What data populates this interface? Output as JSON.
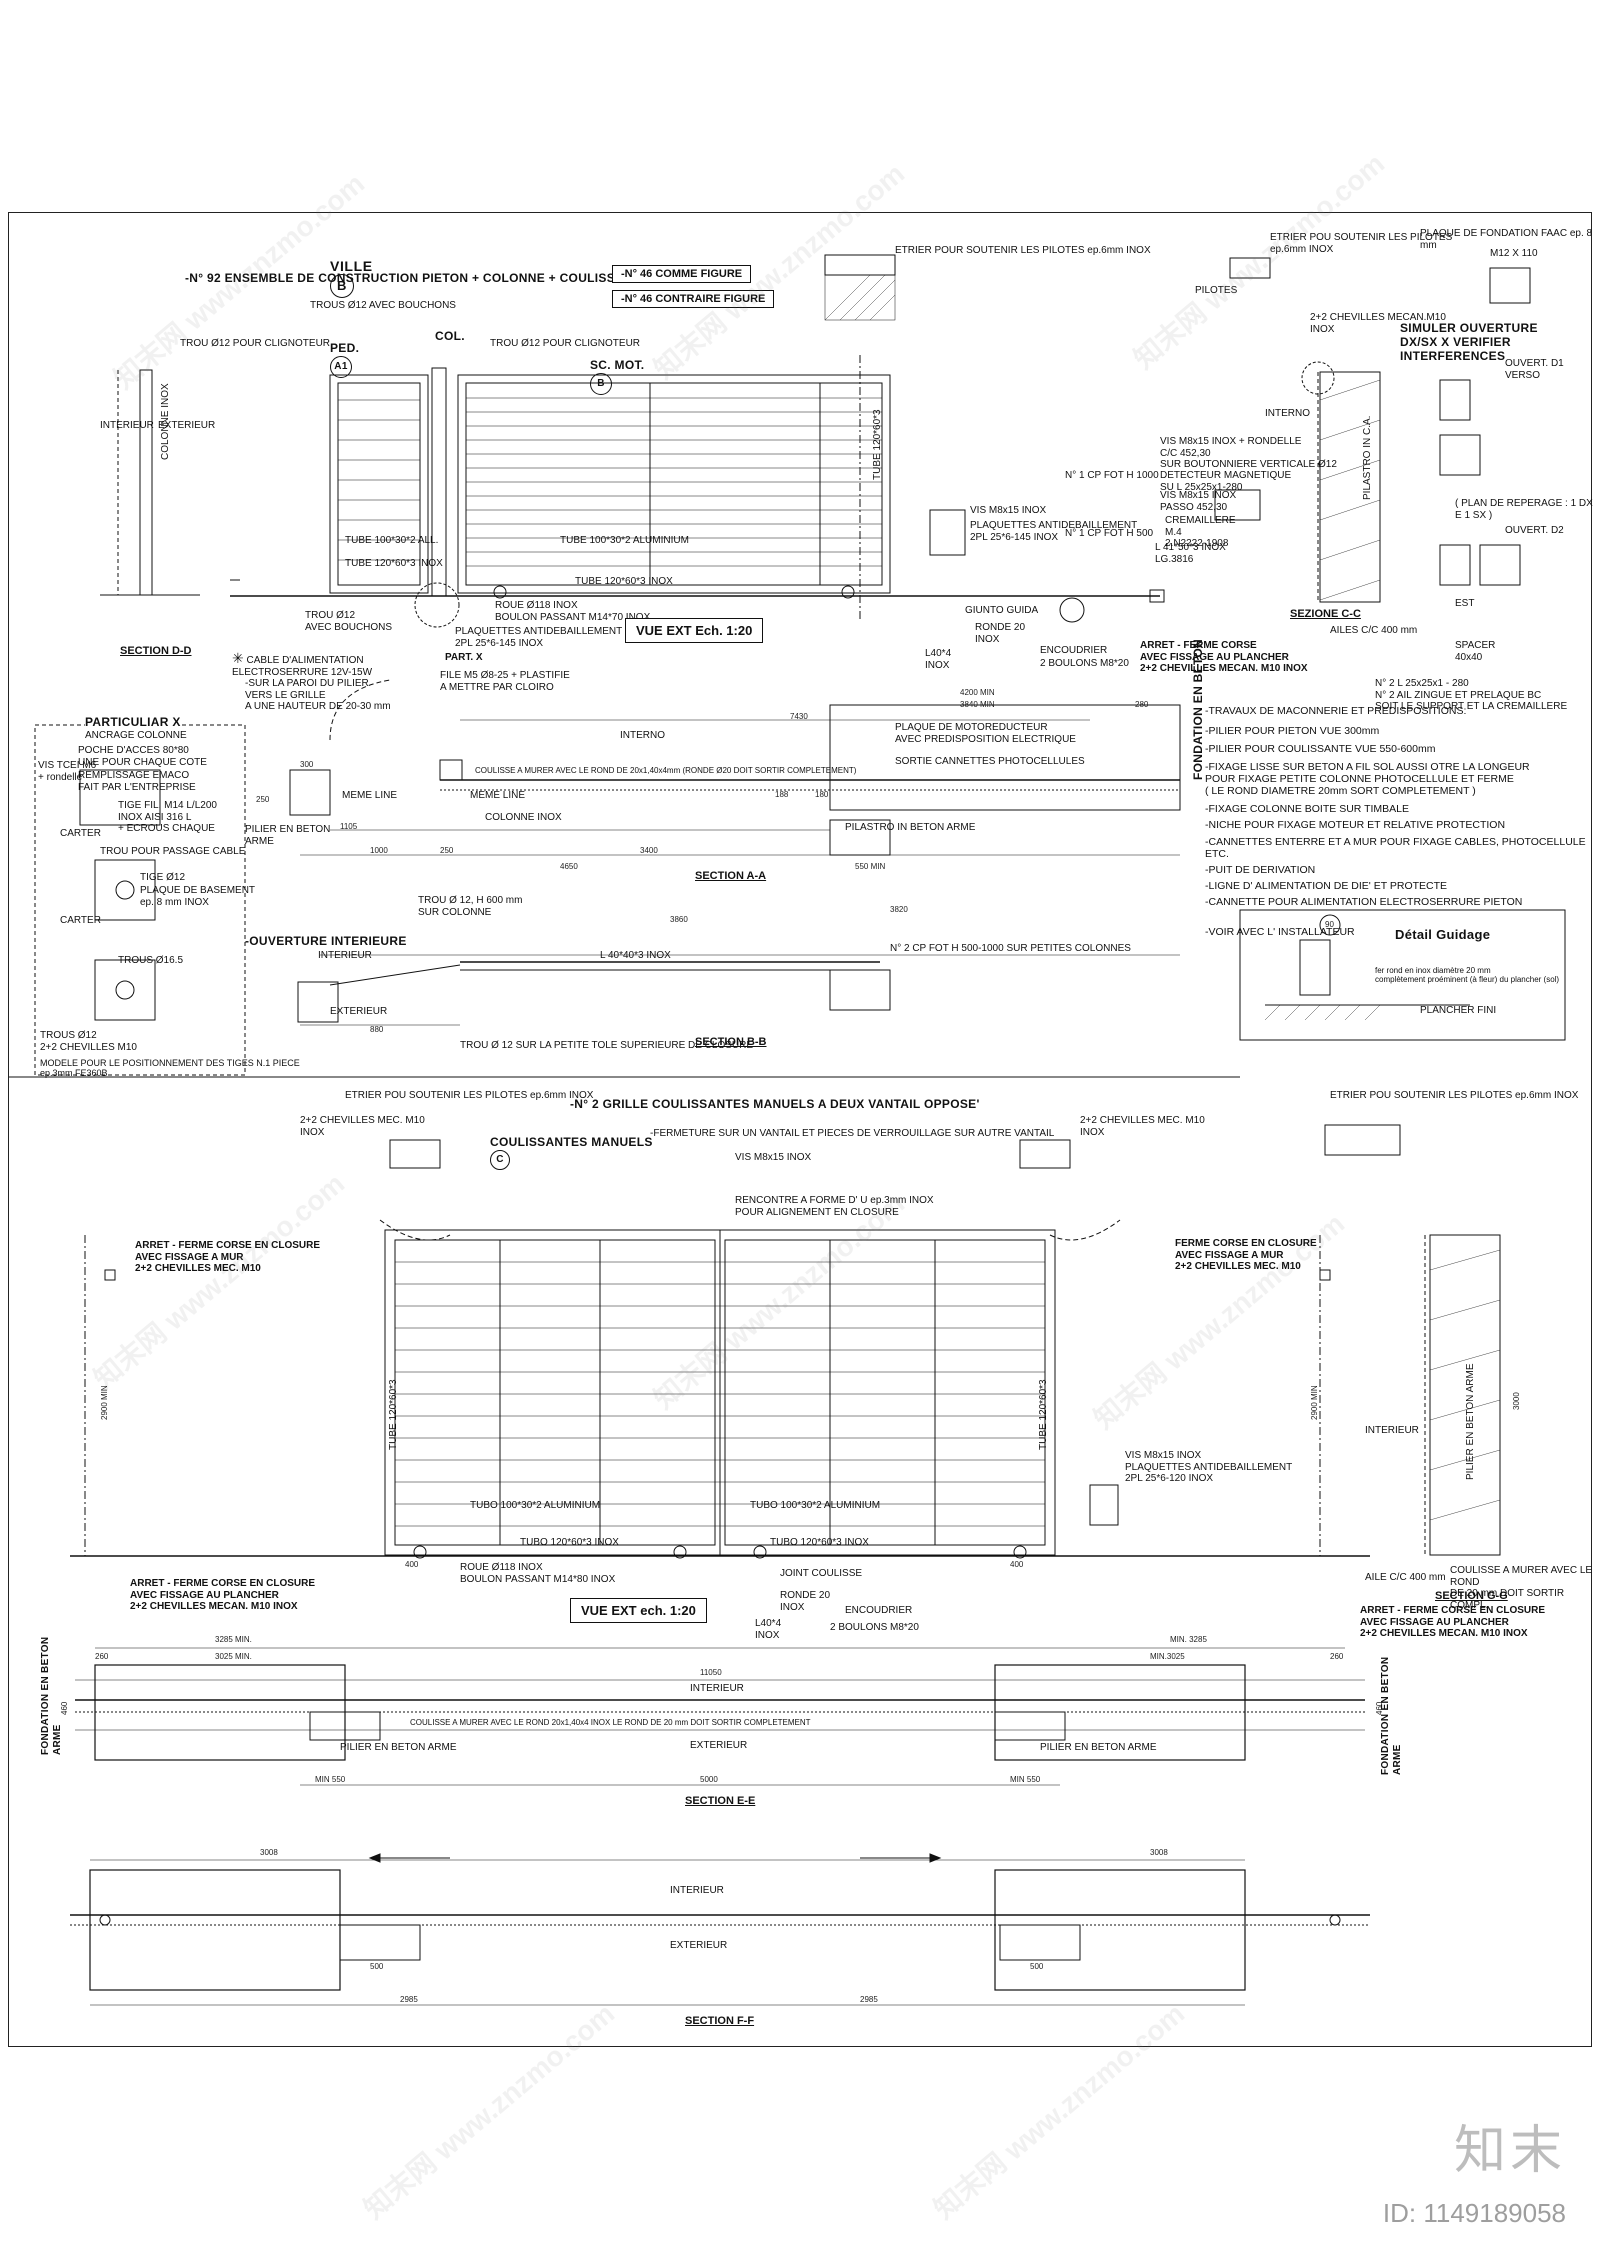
{
  "title": {
    "ville": "VILLE",
    "ville_code": "B",
    "main": "-N° 92 ENSEMBLE DE CONSTRUCTION PIETON + COLONNE + COULISSANTE :",
    "variant1": "-N° 46 COMME FIGURE",
    "variant2": "-N° 46 CONTRAIRE FIGURE",
    "ped": "PED.",
    "ped_code": "A1",
    "col": "COL.",
    "sc_mot": "SC. MOT.",
    "sc_mot_code": "B"
  },
  "top_left_notes": {
    "trous_bouchons": "TROUS Ø12 AVEC BOUCHONS",
    "trou_clignoteur_left": "TROU Ø12 POUR CLIGNOTEUR",
    "trou_clignoteur_right": "TROU Ø12 POUR CLIGNOTEUR",
    "interieur": "INTERIEUR",
    "exterieur": "EXTERIEUR",
    "colonne_inox": "COLONNE INOX",
    "tube_left": "TUBE 100*30*2 ALL.",
    "tube_bottom": "TUBE 120*60*3 INOX",
    "tube_alu": "TUBE 100*30*2 ALUMINIUM",
    "tube_side": "TUBE 120*60*3",
    "trou_avec_bouchons": "TROU Ø12\nAVEC BOUCHONS",
    "roue": "ROUE Ø118 INOX",
    "boulon": "BOULON PASSANT M14*70 INOX",
    "plaquettes": "PLAQUETTES ANTIDEBAILLEMENT\n2PL 25*6-145 INOX",
    "part_x": "PART. X",
    "file": "FILE M5 Ø8-25 + PLASTIFIE\nA METTRE PAR CLOIRO",
    "cable": "CABLE D'ALIMENTATION\nELECTROSERRURE 12V-15W",
    "cable_note": "-SUR LA PAROI DU PILIER\nVERS LE GRILLE\nA UNE HAUTEUR DE 20-30 mm",
    "section_dd": "SECTION D-D",
    "vue_ext": "VUE EXT Ech. 1:20"
  },
  "top_center_notes": {
    "etrier": "ETRIER POUR SOUTENIR LES PILOTES ep.6mm INOX",
    "vis": "VIS M8x15 INOX",
    "plaquettes": "PLAQUETTES ANTIDEBAILLEMENT\n2PL 25*6-145 INOX",
    "giunto": "GIUNTO GUIDA",
    "ronde": "RONDE 20\nINOX",
    "l40": "L40*4\nINOX",
    "encoudrier": "ENCOUDRIER",
    "boulons": "2 BOULONS M8*20",
    "cp1": "N° 1 CP FOT H 1000",
    "cp2": "N° 1 CP FOT H 500",
    "vis_rondelle": "VIS M8x15 INOX + RONDELLE\nC/C 452,30\nSUR BOUTONNIERE VERTICALE Ø12",
    "detecteur": "DETECTEUR MAGNETIQUE\nSU L 25x25x1-280",
    "vis2": "VIS M8x15 INOX\nPASSO 452,30",
    "cremaillere": "CREMAILLERE\nM.4\n2.N2222-1908",
    "l41": "L 41*50*3 INOX\nLG.3816",
    "arret": "ARRET - FERME CORSE\nAVEC FISSAGE AU PLANCHER\n2+2 CHEVILLES MECAN. M10 INOX"
  },
  "section_cc": {
    "title": "SEZIONE C-C",
    "etrier": "ETRIER POU SOUTENIR LES PILOTES\nep.6mm INOX",
    "plaque": "PLAQUE DE FONDATION  FAAC ep. 8 mm",
    "plaque_dim": "M12 X 110",
    "chevilles": "2+2 CHEVILLES MECAN.M10\nINOX",
    "interno": "INTERNO",
    "pilastro": "PILASTRO IN C.A.",
    "ailes": "AILES C/C 400 mm",
    "pilotes": "PILOTES",
    "simuler": "SIMULER OUVERTURE\nDX/SX X VERIFIER INTERFERENCES",
    "ouvert_d1": "OUVERT. D1",
    "ouvert_d2": "OUVERT. D2",
    "verso": "VERSO",
    "plan_repere": "( PLAN DE REPERAGE : 1 DX E 1 SX )",
    "spacer": "SPACER\n40x40",
    "l2": "N° 2 L 25x25x1 - 280\nN° 2 AIL ZINGUE ET PRELAQUE BC\nSOIT LE SUPPORT ET LA CREMAILLERE",
    "est": "EST"
  },
  "particulier_x": {
    "title": "PARTICULIAR X",
    "ancrage": "ANCRAGE COLONNE",
    "poche": "POCHE D'ACCES 80*80\nUNE POUR CHAQUE COTE",
    "remplissage": "REMPLISSAGE EMACO\nFAIT PAR L'ENTREPRISE",
    "vis_tcei": "VIS TCEI M6\n+ rondelle",
    "tige": "TIGE FIL. M14 L/L200\nINOX AISI 316 L\n+ ECROUS CHAQUE",
    "carter": "CARTER",
    "trou_passage": "TROU POUR PASSAGE CABLE",
    "tige_note": "TIGE Ø12",
    "plaque_base": "PLAQUE DE BASEMENT\nep. 8 mm INOX",
    "trou16": "TROUS Ø16.5",
    "trou12": "TROUS Ø12",
    "chevilles": "2+2 CHEVILLES M10",
    "modele": "MODELE POUR LE POSITIONNEMENT DES TIGES N.1 PIECE\nep.3mm FE360B"
  },
  "section_aa": {
    "title": "SECTION A-A",
    "interno": "INTERNO",
    "plaque_moto": "PLAQUE DE MOTOREDUCTEUR\nAVEC PREDISPOSITION ELECTRIQUE",
    "sortie": "SORTIE CANNETTES PHOTOCELLULES",
    "coulisse": "COULISSE A MURER AVEC LE ROND DE 20x1,40x4mm (RONDE Ø20 DOIT SORTIR COMPLETEMENT)",
    "meme_line": "MEME LINE",
    "colonne": "COLONNE INOX",
    "pilier": "PILIER EN BETON\nARME",
    "pilastro": "PILASTRO IN BETON ARME",
    "fondation": "FONDATION EN BETON",
    "dims": [
      "7430",
      "4200 MIN",
      "3840 MIN",
      "280",
      "300",
      "250",
      "1105",
      "1000",
      "250",
      "3400",
      "4650",
      "550 MIN",
      "188",
      "180"
    ]
  },
  "specs": [
    "-TRAVAUX DE MACONNERIE ET PREDISPOSITIONS:",
    "-PILIER POUR PIETON VUE 300mm",
    "-PILIER POUR COULISSANTE VUE 550-600mm",
    "-FIXAGE LISSE SUR BETON A FIL SOL AUSSI OTRE LA LONGEUR\n POUR FIXAGE PETITE COLONNE PHOTOCELLULE ET FERME\n ( LE ROND DIAMETRE 20mm SORT COMPLETEMENT )",
    "-FIXAGE COLONNE BOITE SUR TIMBALE",
    "-NICHE POUR FIXAGE MOTEUR ET RELATIVE PROTECTION",
    "-CANNETTES ENTERRE ET A MUR POUR FIXAGE CABLES, PHOTOCELLULE ETC.",
    "-PUIT DE DERIVATION",
    "-LIGNE D' ALIMENTATION DE DIE' ET PROTECTE",
    "-CANNETTE POUR ALIMENTATION ELECTROSERRURE PIETON",
    "-VOIR AVEC L' INSTALLATEUR"
  ],
  "detail_guidage": {
    "title": "Détail Guidage",
    "note": "fer rond en inox diamètre 20 mm\ncomplètement proéminent (à fleur) du plancher (sol)",
    "plancher": "PLANCHER FINI",
    "dim": "90"
  },
  "section_bb": {
    "title": "SECTION B-B",
    "ouverture": "-OUVERTURE INTERIEURE",
    "trou_colonne": "TROU Ø 12,  H 600 mm\nSUR COLONNE",
    "trou_tole": "TROU Ø 12 SUR LA PETITE TOLE SUPERIEURE DE CLOSURE",
    "cp": "N° 2 CP FOT H 500-1000 SUR PETITES COLONNES",
    "l": "L 40*40*3 INOX",
    "interieur": "INTERIEUR",
    "exterieur": "EXTERIEUR",
    "dims": [
      "3860",
      "3820",
      "880"
    ]
  },
  "bottom_title": {
    "main": "-N° 2 GRILLE COULISSANTES MANUELS A DEUX VANTAIL OPPOSE'",
    "sub_prefix": "COULISSANTES MANUELS",
    "sub_code": "C",
    "sub": "-FERMETURE SUR UN VANTAIL ET PIECES DE VERROUILLAGE SUR AUTRE VANTAIL"
  },
  "bottom_notes": {
    "etrier_left": "ETRIER POU SOUTENIR LES PILOTES ep.6mm INOX",
    "etrier_right": "ETRIER POU SOUTENIR LES PILOTES ep.6mm INOX",
    "chevilles_left": "2+2 CHEVILLES MEC. M10\nINOX",
    "chevilles_right": "2+2 CHEVILLES MEC. M10\nINOX",
    "vis": "VIS M8x15 INOX",
    "rencontre": "RENCONTRE A FORME D' U ep.3mm INOX\nPOUR ALIGNEMENT EN CLOSURE",
    "arret_left": "ARRET - FERME CORSE EN CLOSURE\nAVEC FISSAGE A MUR\n2+2 CHEVILLES MEC. M10",
    "ferme_right": "FERME CORSE EN CLOSURE\nAVEC FISSAGE A MUR\n2+2 CHEVILLES MEC. M10",
    "arret_bottom": "ARRET - FERME CORSE EN CLOSURE\nAVEC FISSAGE AU PLANCHER\n2+2 CHEVILLES MECAN. M10 INOX",
    "vis_plaquettes": "VIS M8x15 INOX\nPLAQUETTES ANTIDEBAILLEMENT\n2PL 25*6-120 INOX",
    "tube_alu": "TUBO 100*30*2 ALUMINIUM",
    "tube_inox": "TUBO 120*60*3 INOX",
    "tube_side": "TUBE 120*60*3",
    "roue": "ROUE Ø118 INOX\nBOULON PASSANT M14*80 INOX",
    "joint": "JOINT COULISSE",
    "ronde": "RONDE 20\nINOX",
    "l40": "L40*4\nINOX",
    "encoudrier": "ENCOUDRIER",
    "boulons": "2 BOULONS M8*20",
    "vue_ext": "VUE EXT ech. 1:20",
    "interieur": "INTERIEUR",
    "pilier_arme": "PILIER EN BETON ARME",
    "coulisse_gg": "COULISSE A MURER AVEC LE ROND\nDE 20 mm DOIT SORTIR COMPL.",
    "aile": "AILE C/C 400 mm",
    "section_gg": "SECTION G-G",
    "arret_gg": "ARRET - FERME CORSE EN CLOSURE\nAVEC FISSAGE AU PLANCHER\n2+2 CHEVILLES MECAN. M10 INOX",
    "dims_gate": [
      "2900 MIN",
      "2900 MIN",
      "400",
      "400",
      "3000"
    ]
  },
  "section_ee": {
    "title": "SECTION E-E",
    "interieur": "INTERIEUR",
    "exterieur": "EXTERIEUR",
    "coulisse": "COULISSE A MURER AVEC LE ROND 20x1,40x4 INOX LE ROND DE 20 mm DOIT SORTIR COMPLETEMENT",
    "fondation_left": "FONDATION EN BETON\nARME",
    "fondation_right": "FONDATION EN BETON\nARME",
    "pilier_left": "PILIER EN BETON ARME",
    "pilier_right": "PILIER EN BETON ARME",
    "dims": [
      "3285 MIN.",
      "MIN. 3285",
      "3025 MIN.",
      "MIN.3025",
      "260",
      "260",
      "11050",
      "460",
      "460",
      "MIN 550",
      "5000",
      "MIN 550"
    ]
  },
  "section_ff": {
    "title": "SECTION F-F",
    "interieur": "INTERIEUR",
    "exterieur": "EXTERIEUR",
    "dims": [
      "3008",
      "3008",
      "500",
      "500",
      "2985",
      "2985"
    ]
  },
  "watermark": {
    "logo": "知末",
    "id": "ID: 1149189058"
  }
}
